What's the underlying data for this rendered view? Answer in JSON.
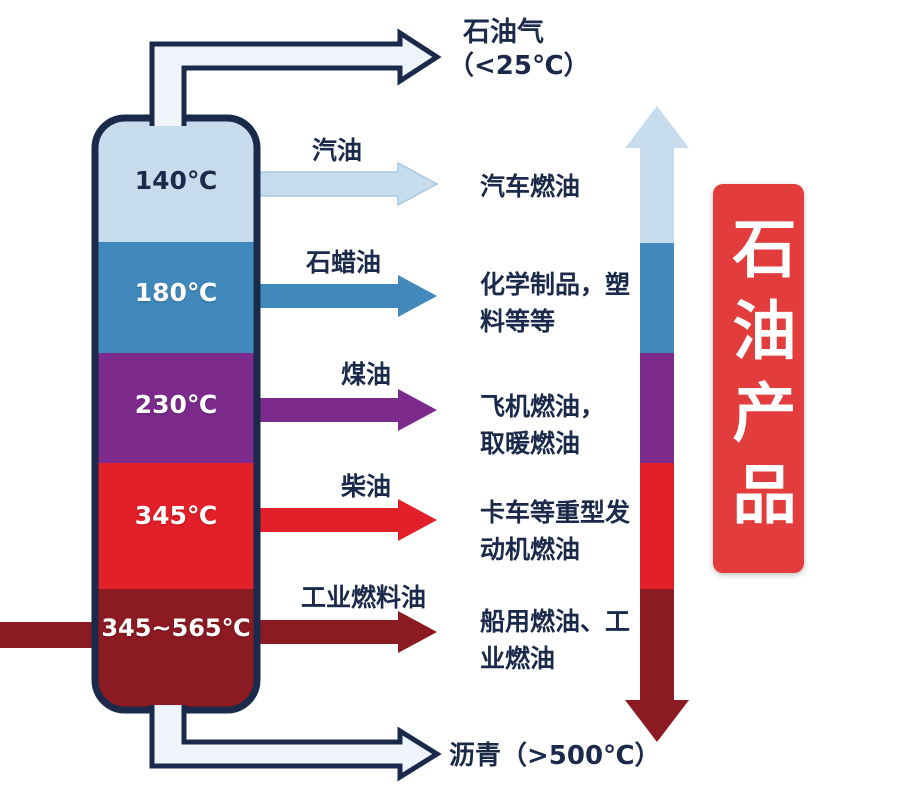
{
  "title": "石油产品",
  "top_output": {
    "name": "石油气",
    "temp": "（<25℃）"
  },
  "bottom_output": {
    "name": "沥青（>500℃）"
  },
  "colors": {
    "outline": "#1b2a4a",
    "title_box": "#e23c3c",
    "pipe_fill": "#eef4fa"
  },
  "sections": [
    {
      "temp": "140℃",
      "color": "#c7ddee",
      "product": "汽油",
      "use": "汽车燃油"
    },
    {
      "temp": "180℃",
      "color": "#4189bd",
      "product": "石蜡油",
      "use": "化学制品，塑\n料等等"
    },
    {
      "temp": "230℃",
      "color": "#7c2b8d",
      "product": "煤油",
      "use": "飞机燃油，\n取暖燃油"
    },
    {
      "temp": "345℃",
      "color": "#e3202a",
      "product": "柴油",
      "use": "卡车等重型发\n动机燃油"
    },
    {
      "temp": "345~565℃",
      "color": "#8c1a22",
      "product": "工业燃料油",
      "use": "船用燃油、工\n业燃油"
    }
  ]
}
